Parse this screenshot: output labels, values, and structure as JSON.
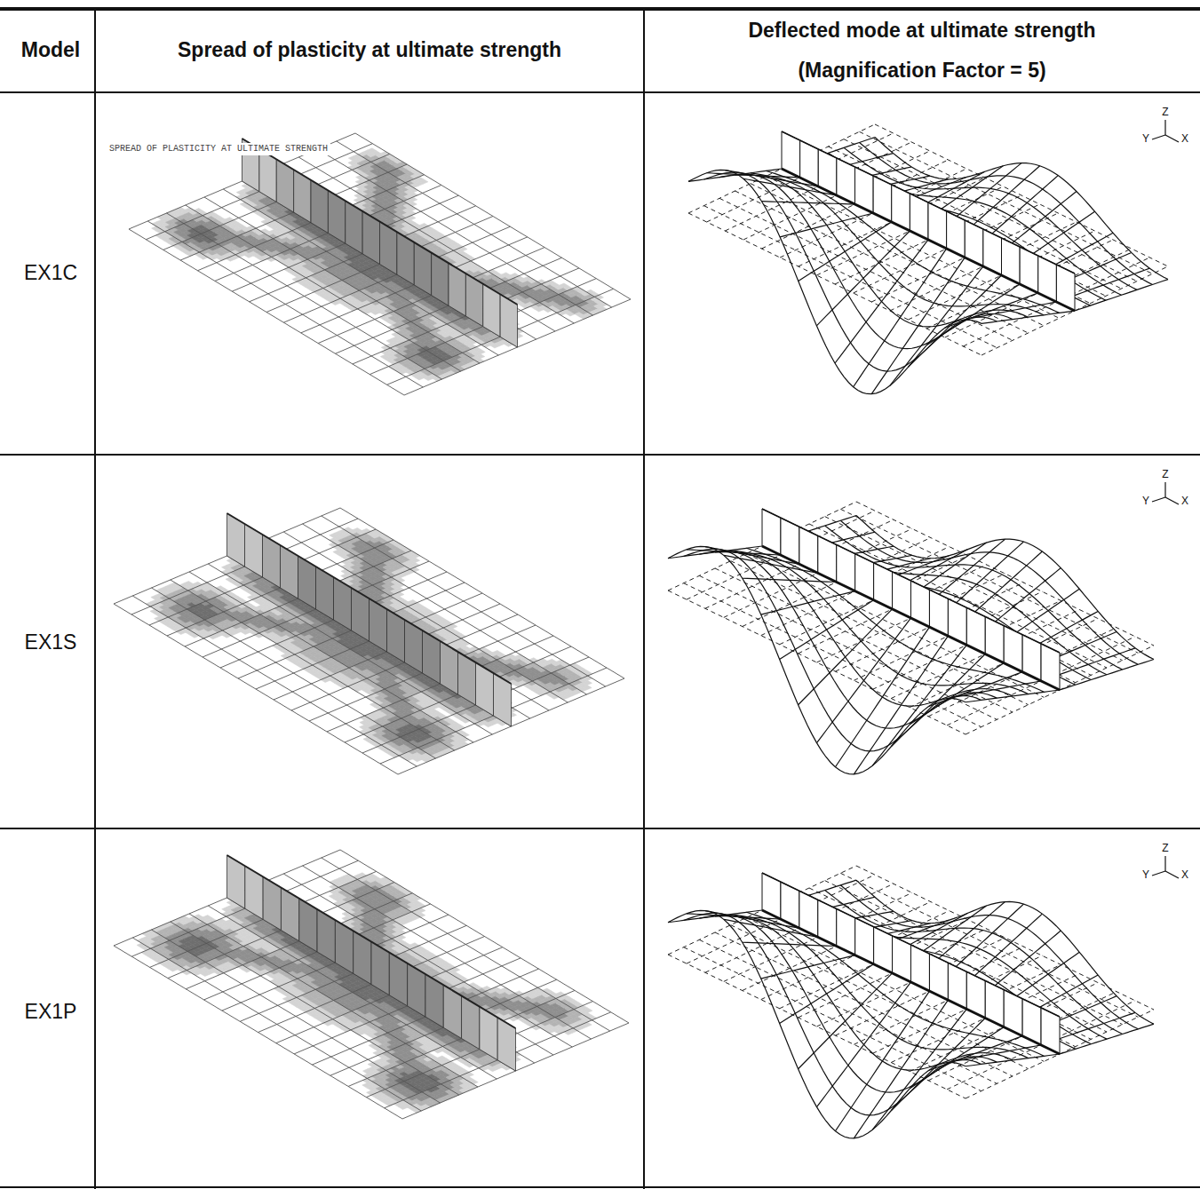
{
  "diagram": {
    "labels": [
      "Model",
      "Spread of plasticity at ultimate strength",
      "Deflected mode at ultimate strength (Magnification Factor = 5)",
      "EX1C",
      "SPREAD OF PLASTICITY AT ULTIMATE STRENGTH",
      "Y",
      "Z",
      "X",
      "EX1S",
      "Y",
      "Z",
      "X",
      "EX1P",
      "Y",
      "Z",
      "X"
    ]
  }
}
